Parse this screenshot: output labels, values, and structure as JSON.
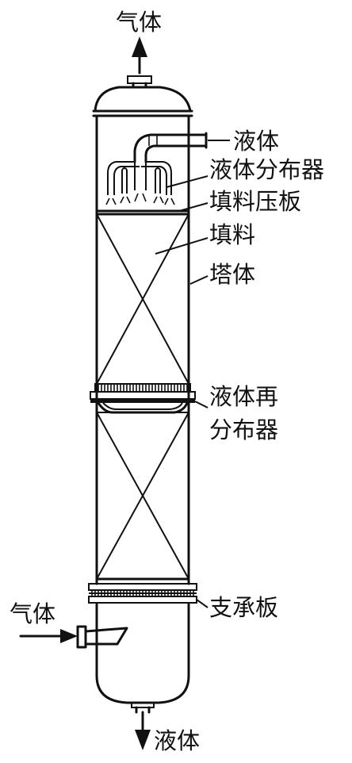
{
  "labels": {
    "gas_out": "气体",
    "liquid_in": "液体",
    "liquid_distributor": "液体分布器",
    "packing_hold_down": "填料压板",
    "packing": "填料",
    "tower_body": "塔体",
    "redistributor_line1": "液体再",
    "redistributor_line2": "分布器",
    "support_plate": "支承板",
    "gas_in": "气体",
    "liquid_out": "液体"
  },
  "colors": {
    "stroke": "#111111",
    "background": "#ffffff"
  }
}
